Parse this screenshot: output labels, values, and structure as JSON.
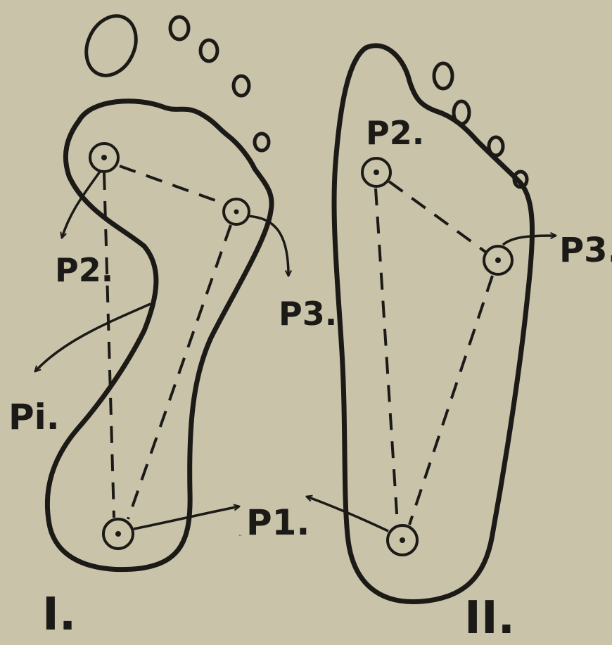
{
  "figure_I": {
    "label": "I.",
    "points": {
      "p1": "P1.",
      "p2": "P2.",
      "p3": "P3.",
      "pi": "Pi."
    }
  },
  "figure_II": {
    "label": "II.",
    "points": {
      "p1": "P1.",
      "p2": "P2.",
      "p3": "P3."
    }
  },
  "colors": {
    "paper": "#c9c3aa",
    "ink": "#1b1a16"
  }
}
